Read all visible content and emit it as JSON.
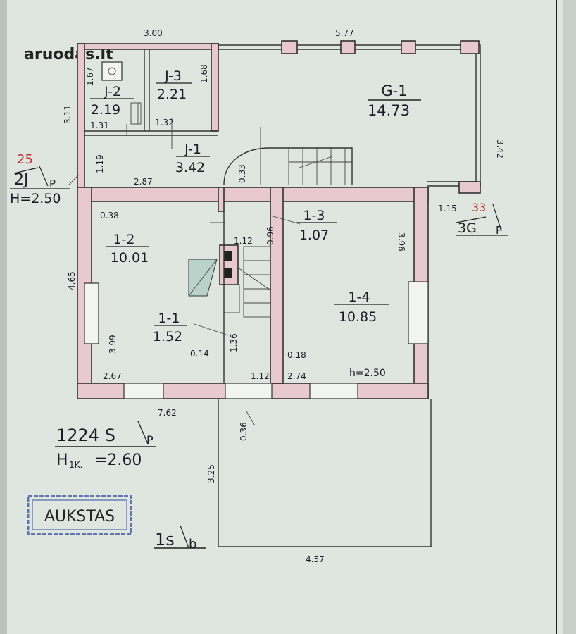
{
  "watermark": "aruodas.lt",
  "rooms": [
    {
      "id": "G-1",
      "area": "14.73"
    },
    {
      "id": "J-1",
      "area": "3.42"
    },
    {
      "id": "J-2",
      "area": "2.19"
    },
    {
      "id": "J-3",
      "area": "2.21"
    },
    {
      "id": "1-1",
      "area": "1.52"
    },
    {
      "id": "1-2",
      "area": "10.01"
    },
    {
      "id": "1-3",
      "area": "1.07"
    },
    {
      "id": "1-4",
      "area": "10.85"
    }
  ],
  "dimensions": {
    "d300": "3.00",
    "d577": "5.77",
    "d167": "1.67",
    "d168": "1.68",
    "d311": "3.11",
    "d342": "3.42",
    "d131": "1.31",
    "d132": "1.32",
    "d119": "1.19",
    "d287": "2.87",
    "d033": "0.33",
    "d038": "0.38",
    "d112a": "1.12",
    "d096": "0.96",
    "d396": "3.96",
    "d115": "1.15",
    "d465": "4.65",
    "d399": "3.99",
    "d136": "1.36",
    "d014": "0.14",
    "d018": "0.18",
    "d267": "2.67",
    "d112b": "1.12",
    "d274": "2.74",
    "h250": "h=2.50",
    "d762": "7.62",
    "d036": "0.36",
    "d325": "3.25",
    "d457": "4.57"
  },
  "annotations": {
    "left_red": "25",
    "left_main": "2J",
    "left_frac": "P",
    "left_height": "H=2.50",
    "right_red": "33",
    "right_main": "3G",
    "right_frac": "P",
    "main_id": "1224 S",
    "main_frac": "P",
    "main_height": "H",
    "main_height_sub": "1K.",
    "main_height_val": "=2.60",
    "bottom_mark": "1s",
    "bottom_frac": "b"
  },
  "stamp": "AUKSTAS"
}
